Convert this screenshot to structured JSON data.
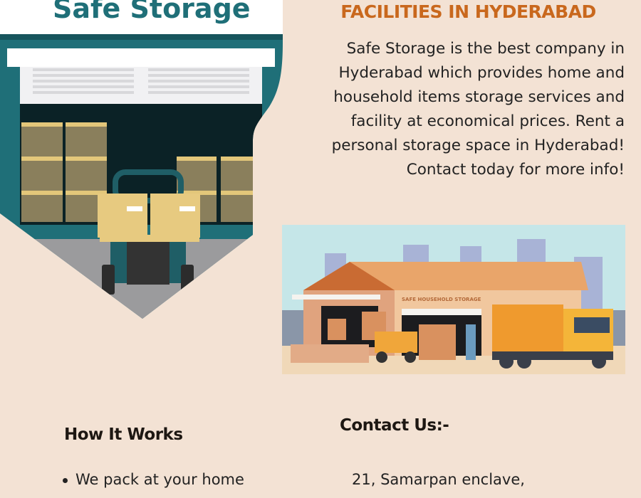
{
  "hero": {
    "logo_text": "Safe Storage"
  },
  "header": {
    "title": "FACILITIES IN HYDERABAD"
  },
  "description": "Safe Storage is the best company in Hyderabad which provides home and household items storage services and facility at economical prices. Rent a personal storage space in Hyderabad! Contact today for more info!",
  "scene": {
    "sign_text": "SAFE HOUSEHOLD STORAGE"
  },
  "how_it_works": {
    "heading": "How It Works",
    "items": [
      "We pack at your home"
    ]
  },
  "contact": {
    "heading": "Contact Us:-",
    "address_line1": "21, Samarpan enclave,"
  },
  "colors": {
    "background": "#f3e2d4",
    "accent": "#c9681d",
    "teal": "#1f6f78"
  }
}
